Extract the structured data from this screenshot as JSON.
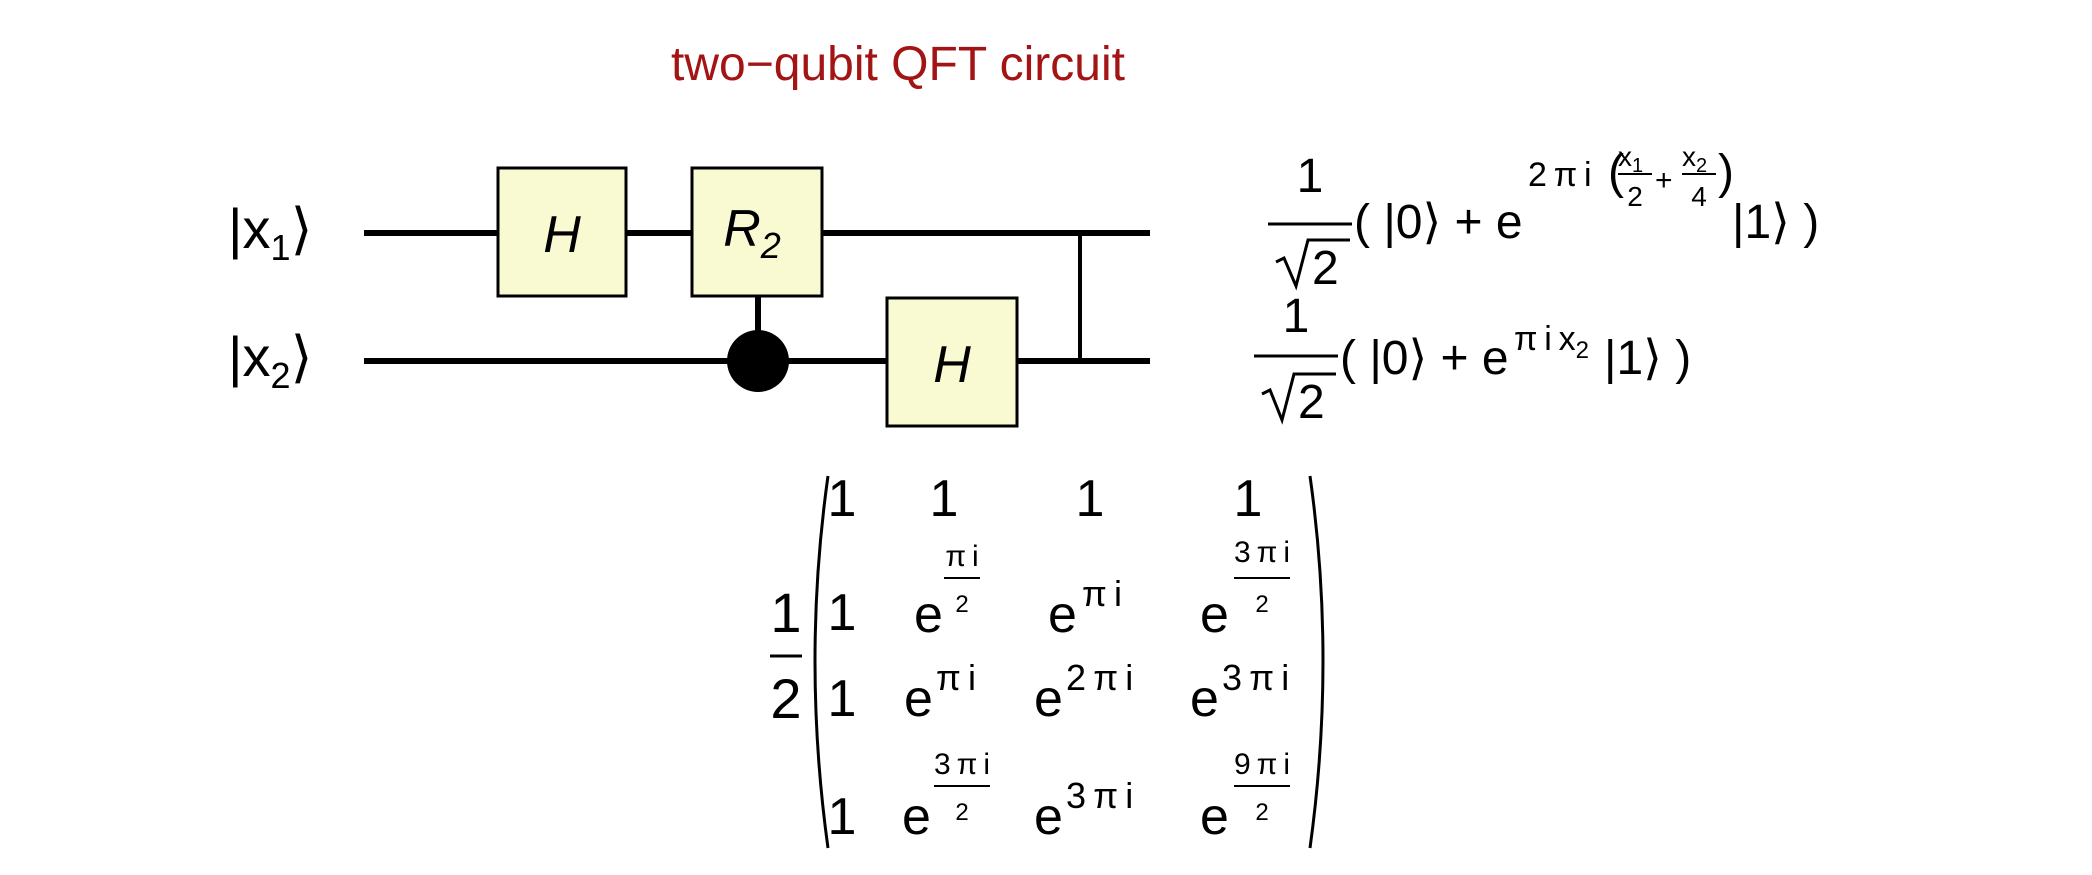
{
  "title": "two−qubit QFT circuit",
  "colors": {
    "title": "#a31515",
    "gate_fill": "#fafad2",
    "stroke": "#000000"
  },
  "inputs": {
    "q1": {
      "ket": "x",
      "sub": "1"
    },
    "q2": {
      "ket": "x",
      "sub": "2"
    }
  },
  "gates": {
    "h1": "H",
    "r2": "R",
    "r2_sub": "2",
    "h2": "H"
  },
  "outputs": {
    "q1": {
      "num": "1",
      "sqrt": "2",
      "open": "( |0⟩ + e",
      "exp_head": "2 π i",
      "frac1_x": "x",
      "frac1_sub": "1",
      "frac1_den": "2",
      "plus": "+",
      "frac2_x": "x",
      "frac2_sub": "2",
      "frac2_den": "4",
      "close": "|1⟩ )"
    },
    "q2": {
      "num": "1",
      "sqrt": "2",
      "open": "( |0⟩ + e",
      "exp": "π i x",
      "exp_sub": "2",
      "close": "|1⟩ )"
    }
  },
  "matrix": {
    "prefactor_num": "1",
    "prefactor_den": "2",
    "e": "e",
    "row1": [
      "1",
      "1",
      "1",
      "1"
    ],
    "col1": [
      "1",
      "1",
      "1",
      "1"
    ],
    "r2c2_num": "π i",
    "r2c2_den": "2",
    "r2c3": "π i",
    "r2c4_num": "3 π i",
    "r2c4_den": "2",
    "r3c2": "π i",
    "r3c3": "2 π i",
    "r3c4": "3 π i",
    "r4c2_num": "3 π i",
    "r4c2_den": "2",
    "r4c3": "3 π i",
    "r4c4_num": "9 π i",
    "r4c4_den": "2"
  }
}
